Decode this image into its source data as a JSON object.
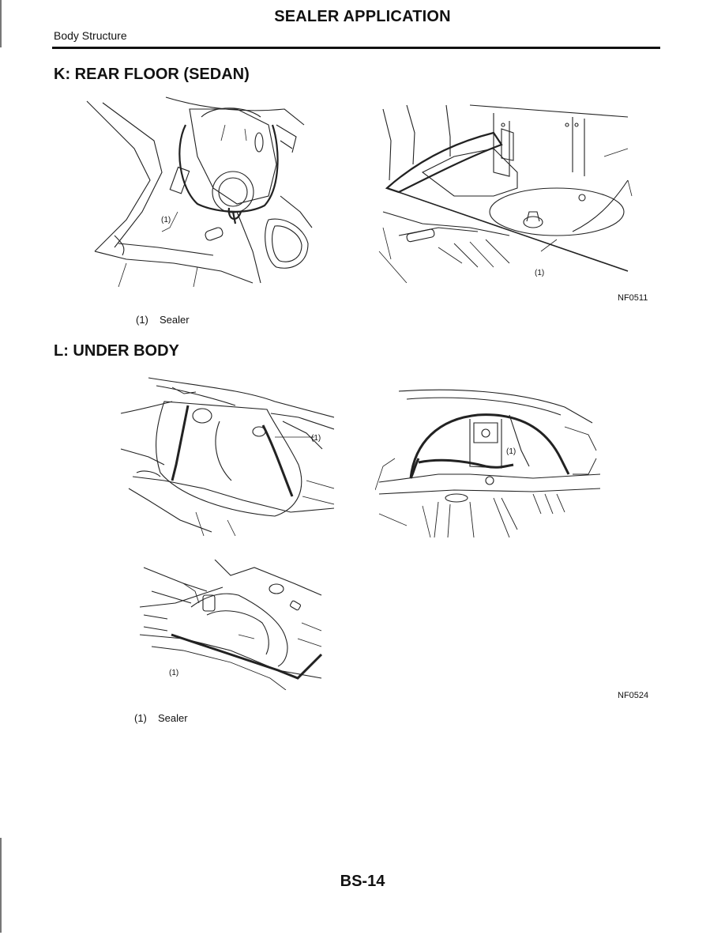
{
  "header": {
    "title": "SEALER APPLICATION",
    "section": "Body Structure"
  },
  "section_k": {
    "heading": "K: REAR FLOOR (SEDAN)",
    "figure_code": "NF0511",
    "callout": "(1)",
    "legend": [
      {
        "num": "(1)",
        "label": "Sealer"
      }
    ]
  },
  "section_l": {
    "heading": "L: UNDER BODY",
    "figure_code": "NF0524",
    "callout": "(1)",
    "legend": [
      {
        "num": "(1)",
        "label": "Sealer"
      }
    ]
  },
  "footer": {
    "page_number": "BS-14"
  }
}
